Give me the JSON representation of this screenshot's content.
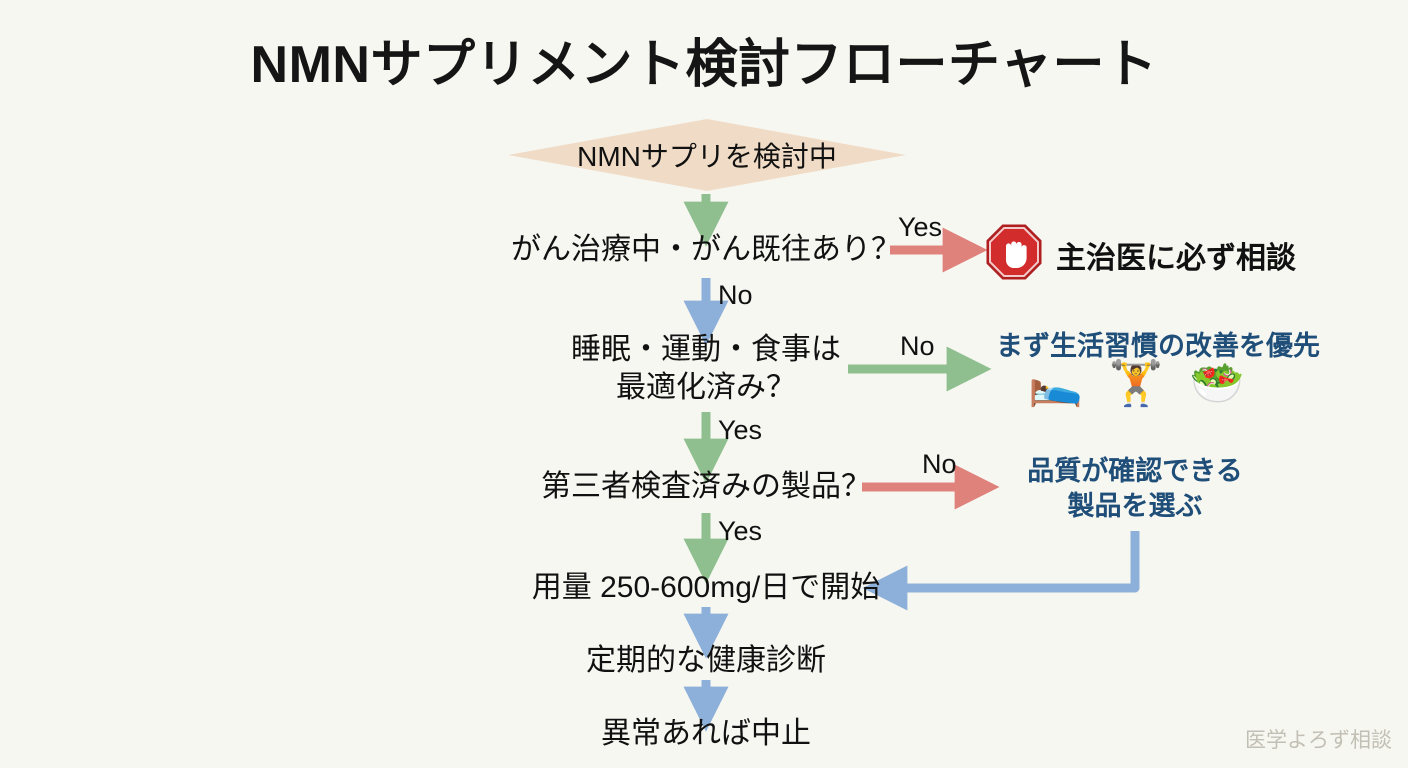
{
  "page": {
    "title": "NMNサプリメント検討フローチャート",
    "watermark": "医学よろず相談",
    "background_color": "#f7f7f2"
  },
  "colors": {
    "start_node_fill": "#f0dcc6",
    "arrow_green": "#8fbf8f",
    "arrow_blue": "#8cb0d9",
    "arrow_red": "#e0827c",
    "result_blue_text": "#1f4e79",
    "stop_sign_red": "#d32c2c",
    "title_text": "#151515",
    "watermark_text": "#c2bfb4"
  },
  "flow": {
    "start": {
      "label": "NMNサプリを検討中",
      "shape": "diamond"
    },
    "steps": [
      {
        "id": "cancer-check",
        "label": "がん治療中・がん既往あり？"
      },
      {
        "id": "lifestyle-check",
        "line1": "睡眠・運動・食事は",
        "line2": "最適化済み？"
      },
      {
        "id": "third-party-check",
        "label": "第三者検査済みの製品？"
      },
      {
        "id": "dosage-start",
        "label": "用量 250-600mg/日で開始"
      },
      {
        "id": "regular-checkup",
        "label": "定期的な健康診断"
      },
      {
        "id": "stop-if-abnormal",
        "label": "異常あれば中止"
      }
    ],
    "branches": [
      {
        "id": "consult-doctor",
        "edge_label": "Yes",
        "edge_color": "#e0827c",
        "icon": "stop-sign-icon",
        "text": "主治医に必ず相談"
      },
      {
        "id": "lifestyle-first",
        "edge_label": "No",
        "edge_color": "#8fbf8f",
        "text": "まず生活習慣の改善を優先",
        "emojis": [
          {
            "name": "sleeping-in-bed-icon",
            "glyph": "🛌"
          },
          {
            "name": "weightlifter-icon",
            "glyph": "🏋️"
          },
          {
            "name": "green-salad-plate-icon",
            "glyph": "🥗"
          }
        ]
      },
      {
        "id": "choose-quality-product",
        "edge_label": "No",
        "edge_color": "#e0827c",
        "line1": "品質が確認できる",
        "line2": "製品を選ぶ"
      }
    ],
    "edge_labels": {
      "start_to_cancer": "",
      "cancer_no": "No",
      "lifestyle_yes": "Yes",
      "thirdparty_yes": "Yes"
    }
  }
}
